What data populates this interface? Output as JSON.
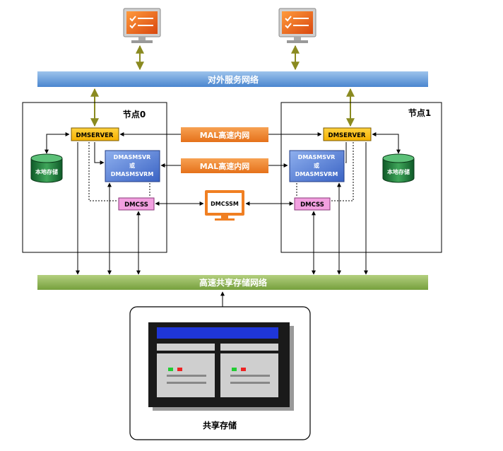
{
  "networks": {
    "external": "对外服务网络",
    "mal_1": "MAL高速内网",
    "mal_2": "MAL高速内网",
    "storage_net": "高速共享存储网络"
  },
  "nodes": {
    "node0": {
      "title": "节点0",
      "dmserver": "DMSERVER",
      "dmasm_line1": "DMASMSVR",
      "dmasm_line2": "或",
      "dmasm_line3": "DMASMSVRM",
      "dmcss": "DMCSS",
      "local_storage": "本地存储"
    },
    "node1": {
      "title": "节点1",
      "dmserver": "DMSERVER",
      "dmasm_line1": "DMASMSVR",
      "dmasm_line2": "或",
      "dmasm_line3": "DMASMSVRM",
      "dmcss": "DMCSS",
      "local_storage": "本地存储"
    }
  },
  "monitor": {
    "label": "DMCSSM"
  },
  "shared_storage": {
    "label": "共享存储"
  },
  "icons": {
    "client": "client-monitor-icon",
    "database": "database-cylinder-icon",
    "monitor": "monitor-icon",
    "storage": "storage-array-icon"
  },
  "colors": {
    "external_net": "#5b9bd5",
    "storage_net": "#8db04f",
    "mal": "#f07f22",
    "dmserver": "#ffc000",
    "dmasm": "#4f7fd6",
    "dmcss": "#f2a0e0",
    "db": "#1f7a3a",
    "olive_arrow": "#8a8a20"
  }
}
